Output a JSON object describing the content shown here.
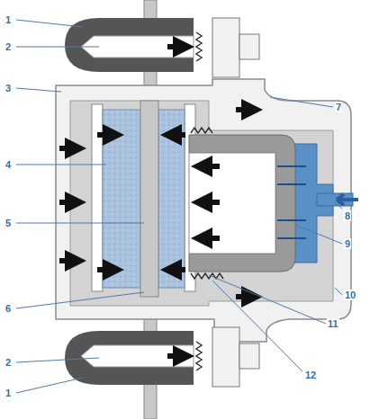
{
  "diagram": {
    "labels": [
      "1",
      "2",
      "3",
      "4",
      "5",
      "6",
      "2",
      "1",
      "7",
      "8",
      "9",
      "10",
      "11",
      "12"
    ]
  }
}
